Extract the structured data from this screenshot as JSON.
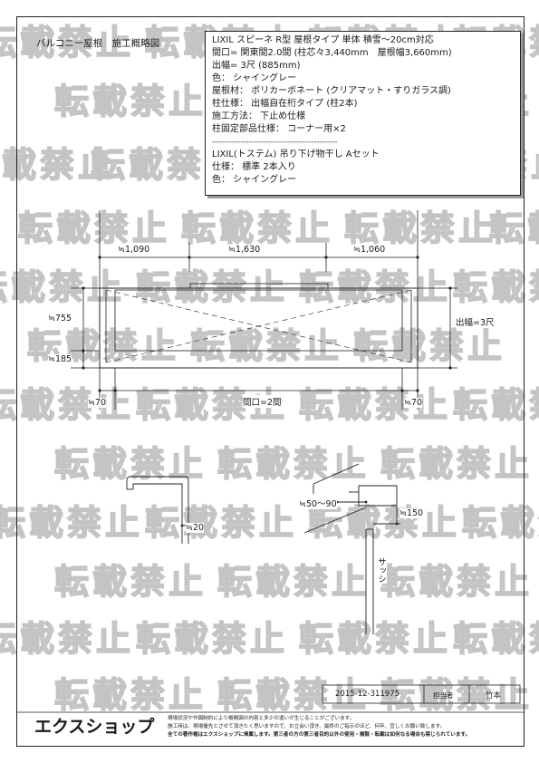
{
  "title": "バルコニー屋根　施工概略図",
  "spec": {
    "lines": [
      "LIXIL スピーネ R型 屋根タイプ 単体 積雪～20cm対応",
      "間口= 関東間2.0間 (柱芯々3,440mm　屋根幅3,660mm)",
      "出幅= 3尺 (885mm)",
      "色： シャイングレー",
      "屋根材： ポリカーボネート (クリアマット・すりガラス調)",
      "柱仕様： 出幅自在桁タイプ (柱2本)",
      "施工方法： 下止め仕様",
      "柱固定部品仕様： コーナー用×2"
    ],
    "separator": "------------------------------------------------",
    "lines2": [
      "LIXIL(トステム) 吊り下げ物干し Aセット",
      "仕様： 標準 2本入り",
      "色： シャイングレー"
    ]
  },
  "plan": {
    "dim_left": "≒1,090",
    "dim_center": "≒1,630",
    "dim_right": "≒1,060",
    "dim_755": "≒755",
    "dim_185": "≒185",
    "dim_70_left": "≒70",
    "dim_70_right": "≒70",
    "maguchi": "間口=2間",
    "debaba": "出幅=3尺"
  },
  "details": {
    "dim_20": "≒20",
    "dim_50_90": "≒50～90",
    "dim_150": "≒150",
    "sash": "サッシ"
  },
  "watermark": "転載禁止",
  "footer": {
    "doc_no": "2015-12-311975",
    "staff_label": "担当者",
    "staff_name": "竹本",
    "logo": "エクスショップ",
    "notes": [
      "現場状況や作図制約により概略図の内容と多少の違いが生じることがございます。",
      "施工時は、現場優先とさせて頂きたく思いますので、お立会い頂き、最終のご指示のほど、何卒、宜しくお願い致します。",
      "全ての著作権はエクスショップに帰属します。第三者の方の第三者目的以外の使用・複製・転載は如何なる場合も禁じられています。"
    ]
  }
}
